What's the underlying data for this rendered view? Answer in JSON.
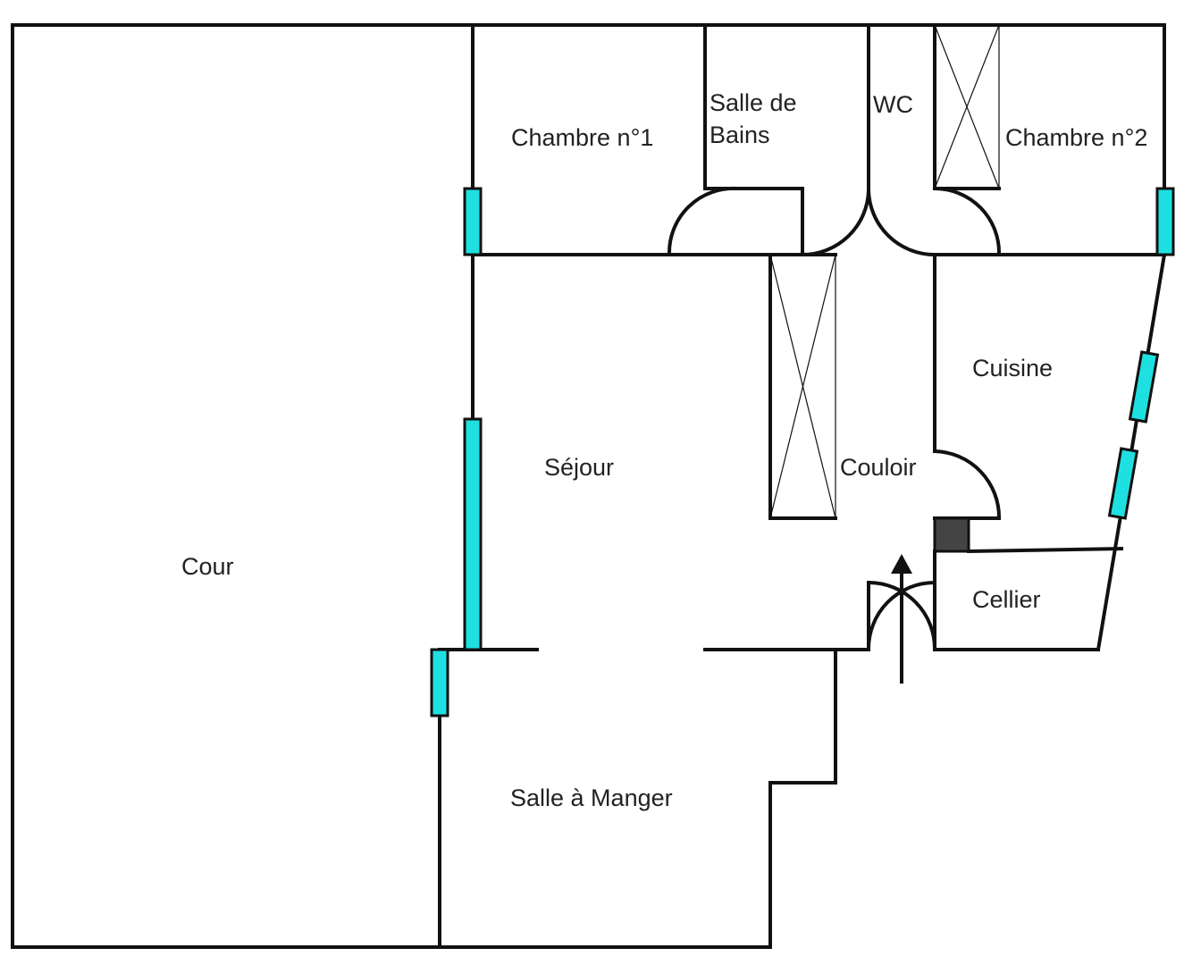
{
  "rooms": {
    "cour": "Cour",
    "chambre1": "Chambre n°1",
    "salle_de_bains_line1": "Salle de",
    "salle_de_bains_line2": "Bains",
    "wc": "WC",
    "chambre2": "Chambre n°2",
    "cuisine": "Cuisine",
    "sejour": "Séjour",
    "couloir": "Couloir",
    "cellier": "Cellier",
    "salle_a_manger": "Salle à Manger"
  },
  "colors": {
    "wall": "#111111",
    "window": "#1fe0e0",
    "chimney": "#444444",
    "background": "#ffffff"
  },
  "symbols": {
    "entrance": "arrow-up-icon",
    "chimney": "square-icon"
  }
}
